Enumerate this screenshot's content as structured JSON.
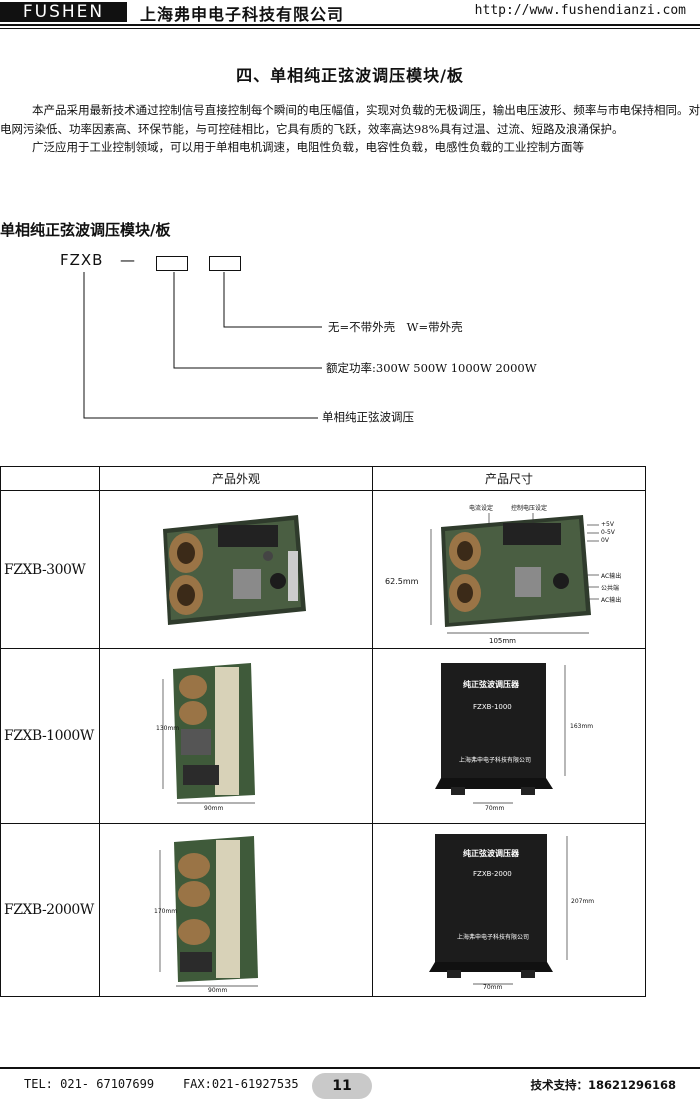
{
  "header": {
    "logo": "FUSHEN",
    "company": "上海弗申电子科技有限公司",
    "url": "http://www.fushendianzi.com"
  },
  "title": "四、单相纯正弦波调压模块/板",
  "intro": {
    "p1": "本产品采用最新技术通过控制信号直接控制每个瞬间的电压幅值，实现对负载的无极调压，输出电压波形、频率与市电保持相同。对电网污染低、功率因素高、环保节能，与可控硅相比，它具有质的飞跃，效率高达98%具有过温、过流、短路及浪涌保护。",
    "p2": "广泛应用于工业控制领域，可以用于单相电机调速，电阻性负载，电容性负载，电感性负载的工业控制方面等"
  },
  "subhead": "单相纯正弦波调压模块/板",
  "diagram": {
    "code": "FZXB",
    "dash": "—",
    "line1": "无=不带外壳　W=带外壳",
    "line2": "额定功率:300W 500W 1000W 2000W",
    "line3": "单相纯正弦波调压"
  },
  "table": {
    "col_appearance": "产品外观",
    "col_dimensions": "产品尺寸",
    "rows": [
      {
        "model": "FZXB-300W",
        "dim_height": "62.5mm",
        "dim_width": "105mm",
        "labels": [
          "电流设定",
          "控制电压设定",
          "+5V",
          "0-5V",
          "0V",
          "AC输出",
          "公共端",
          "AC输出"
        ]
      },
      {
        "model": "FZXB-1000W",
        "dim_height": "130mm",
        "dim_width": "90mm",
        "case_title": "纯正弦波调压器",
        "case_model": "FZXB-1000",
        "case_company": "上海弗申电子科技有限公司",
        "case_height": "163mm",
        "case_width": "70mm"
      },
      {
        "model": "FZXB-2000W",
        "dim_height": "170mm",
        "dim_width": "90mm",
        "case_title": "纯正弦波调压器",
        "case_model": "FZXB-2000",
        "case_company": "上海弗申电子科技有限公司",
        "case_height": "207mm",
        "case_width": "70mm"
      }
    ]
  },
  "footer": {
    "tel": "TEL: 021- 67107699",
    "fax": "FAX:021-61927535",
    "page": "11",
    "support": "技术支持：18621296168"
  },
  "colors": {
    "ink": "#111111",
    "board_green": "#3f5a3a",
    "case_black": "#1c1c1c",
    "page_badge": "#c9c9c9"
  }
}
